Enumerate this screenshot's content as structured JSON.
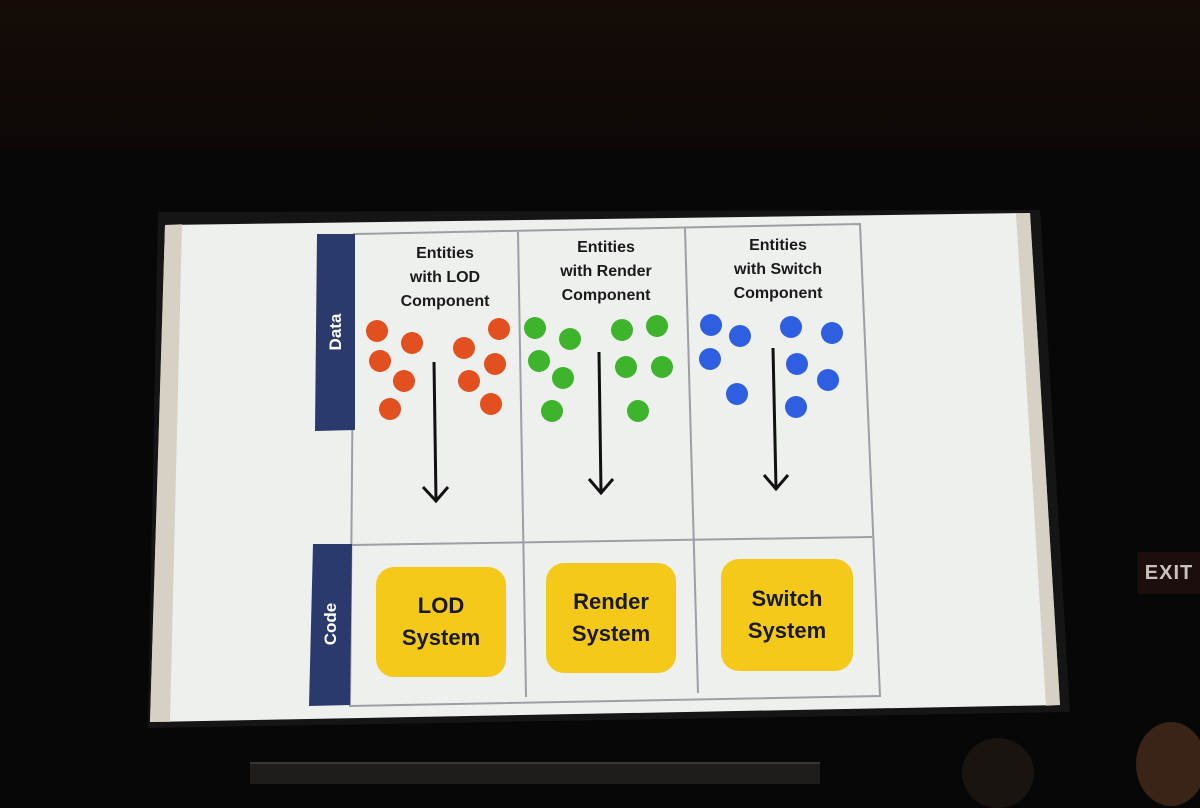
{
  "slide": {
    "side_labels": {
      "data": "Data",
      "code": "Code"
    },
    "columns": [
      {
        "head_lines": [
          "Entities",
          "with LOD",
          "Component"
        ],
        "dot_color": "#e1501e",
        "system_lines": [
          "LOD",
          "System"
        ]
      },
      {
        "head_lines": [
          "Entities",
          "with Render",
          "Component"
        ],
        "dot_color": "#3eb42c",
        "system_lines": [
          "Render",
          "System"
        ]
      },
      {
        "head_lines": [
          "Entities",
          "with Switch",
          "Component"
        ],
        "dot_color": "#2e5fe0",
        "system_lines": [
          "Switch",
          "System"
        ]
      }
    ],
    "colors": {
      "slide_bg": "#eef0ee",
      "side_band": "#2a3a6c",
      "system_box": "#f5c91a",
      "grid_line": "#9aa0a4"
    }
  },
  "room": {
    "exit_sign": "EXIT"
  }
}
